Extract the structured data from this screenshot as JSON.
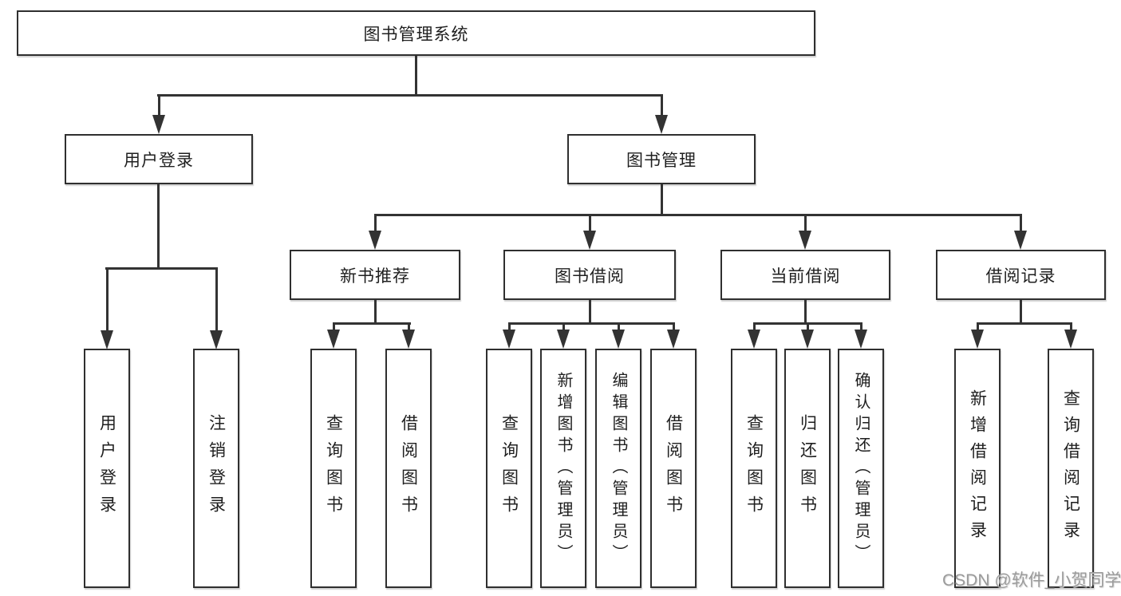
{
  "tree": {
    "label": "图书管理系统",
    "children": [
      {
        "label": "用户登录",
        "children": [
          {
            "label": "用户登录"
          },
          {
            "label": "注销登录"
          }
        ]
      },
      {
        "label": "图书管理",
        "children": [
          {
            "label": "新书推荐",
            "children": [
              {
                "label": "查询图书"
              },
              {
                "label": "借阅图书"
              }
            ]
          },
          {
            "label": "图书借阅",
            "children": [
              {
                "label": "查询图书"
              },
              {
                "label": "新增图书（管理员）"
              },
              {
                "label": "编辑图书（管理员）"
              },
              {
                "label": "借阅图书"
              }
            ]
          },
          {
            "label": "当前借阅",
            "children": [
              {
                "label": "查询图书"
              },
              {
                "label": "归还图书"
              },
              {
                "label": "确认归还（管理员）"
              }
            ]
          },
          {
            "label": "借阅记录",
            "children": [
              {
                "label": "新增借阅记录"
              },
              {
                "label": "查询借阅记录"
              }
            ]
          }
        ]
      }
    ]
  },
  "watermark": {
    "text": "CSDN @软件_小贺同学"
  },
  "colors": {
    "background": "#ffffff",
    "box_border": "#2f2f2f",
    "line": "#333333",
    "text": "#1f1f1f",
    "watermark": "#9b9b9b"
  }
}
